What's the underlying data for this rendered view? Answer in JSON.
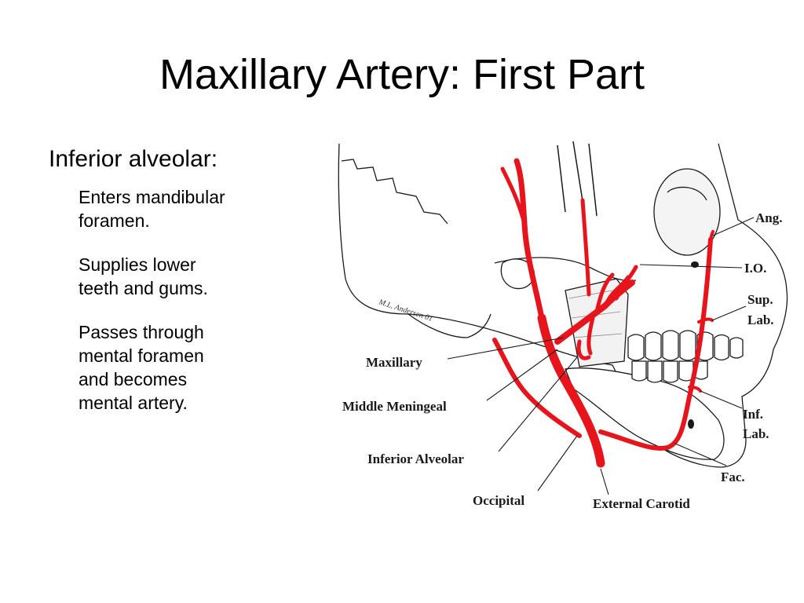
{
  "slide": {
    "title": "Maxillary Artery: First Part",
    "heading": "Inferior alveolar:",
    "bullets": [
      "Enters mandibular\nforamen.",
      "Supplies lower\nteeth and gums.",
      "Passes through\nmental foramen\nand  becomes\nmental artery."
    ]
  },
  "figure": {
    "signature": "M.L. Andersen 01",
    "labels": {
      "ang": "Ang.",
      "io": "I.O.",
      "sup_lab_1": "Sup.",
      "sup_lab_2": "Lab.",
      "maxillary": "Maxillary",
      "middle_meningeal": "Middle Meningeal",
      "inf_lab_1": "Inf.",
      "inf_lab_2": "Lab.",
      "inferior_alveolar": "Inferior Alveolar",
      "fac": "Fac.",
      "occipital": "Occipital",
      "external_carotid": "External Carotid"
    },
    "colors": {
      "artery": "#e8141b",
      "ink": "#1a1a1a"
    }
  }
}
